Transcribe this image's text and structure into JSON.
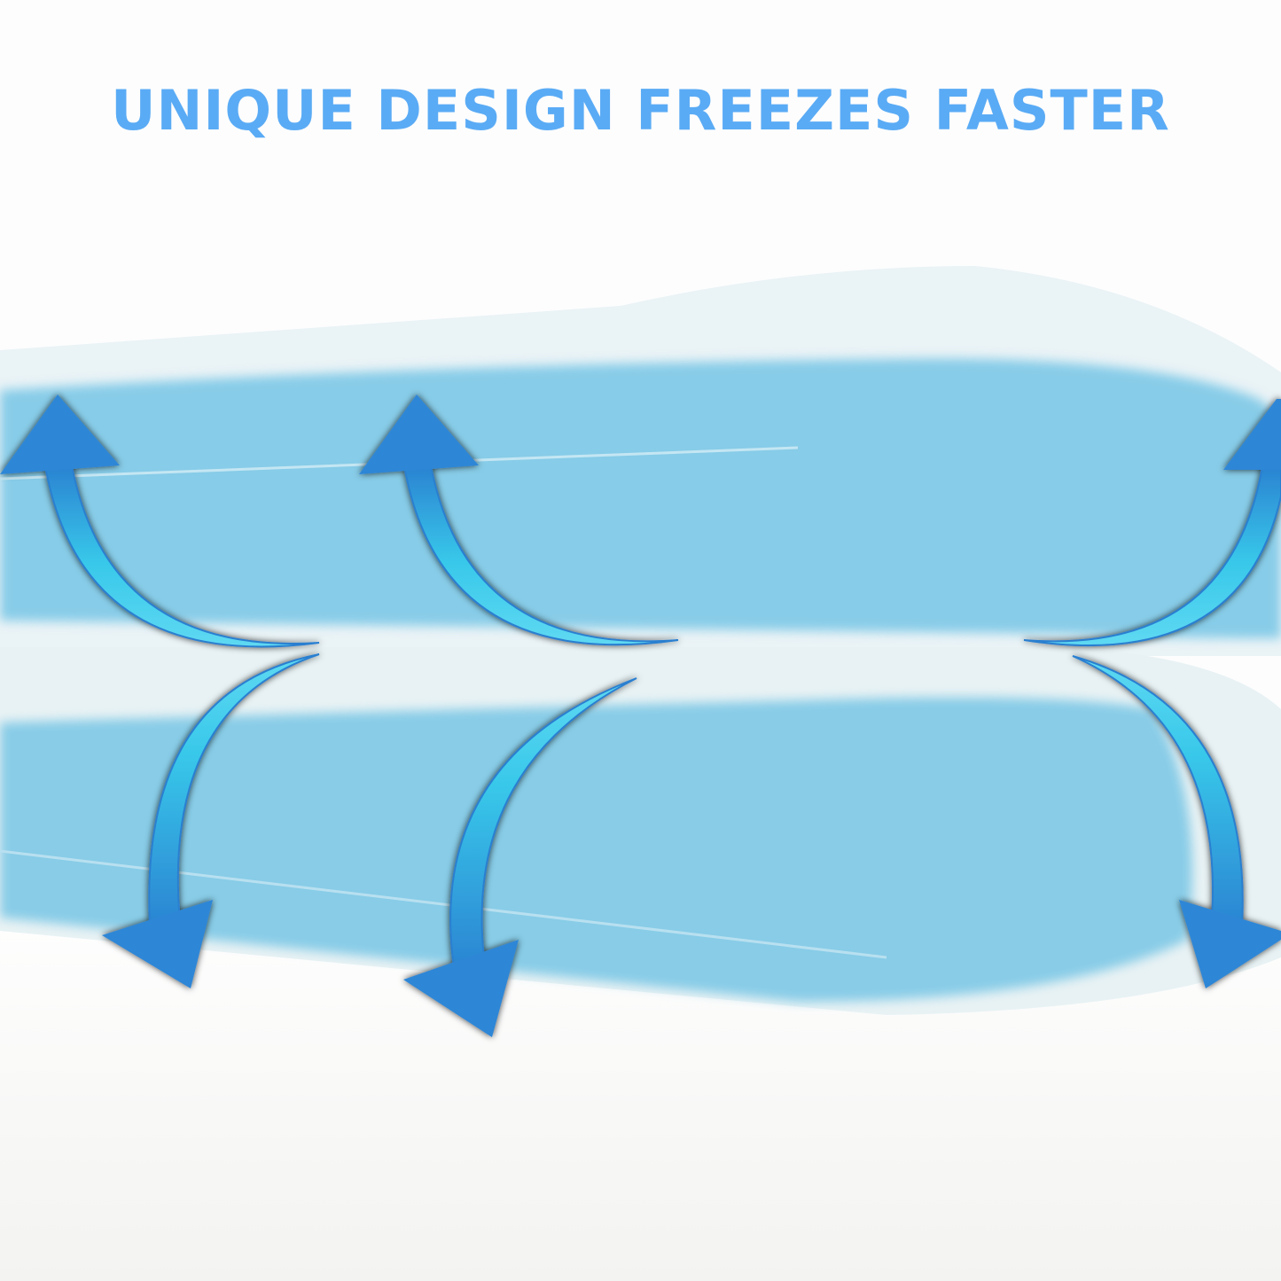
{
  "headline": "UNIQUE DESIGN FREEZES FASTER",
  "colors": {
    "headline": "#5aabf5",
    "pack_blue": "#86cbe6",
    "pack_shell": "#e6f1f4",
    "arrow_dark": "#2a7fd0",
    "arrow_light": "#38d4ee"
  },
  "arrows": [
    {
      "name": "arrow-up-left-1",
      "direction": "up"
    },
    {
      "name": "arrow-up-left-2",
      "direction": "up"
    },
    {
      "name": "arrow-up-right",
      "direction": "up"
    },
    {
      "name": "arrow-down-left-1",
      "direction": "down"
    },
    {
      "name": "arrow-down-left-2",
      "direction": "down"
    },
    {
      "name": "arrow-down-right",
      "direction": "down"
    }
  ]
}
